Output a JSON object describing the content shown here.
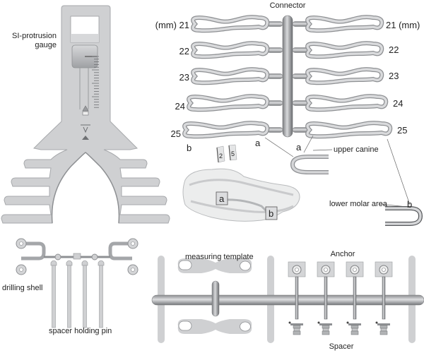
{
  "labels": {
    "gauge": [
      "SI-protrusion",
      "gauge"
    ],
    "connector": "Connector",
    "mm_left": "(mm) 21",
    "mm_right": "21 (mm)",
    "sizes": [
      "21",
      "22",
      "23",
      "24",
      "25"
    ],
    "a_left": "a",
    "a_right": "a",
    "b_left": "b",
    "b_right": "b",
    "upper_canine": "upper canine",
    "lower_molar": "lower molar area",
    "tab_2": "2",
    "tab_5": "5",
    "appliance_a": "a",
    "appliance_b": "b",
    "drilling_shell": "drilling shell",
    "spacer_holding_pin": "spacer holding pin",
    "measuring_template": "measuring template",
    "anchor": "Anchor",
    "spacer": "Spacer"
  },
  "colors": {
    "part_fill": "#c9cacc",
    "part_stroke": "#8e9093",
    "part_dark": "#6e7073",
    "text": "#222222"
  }
}
